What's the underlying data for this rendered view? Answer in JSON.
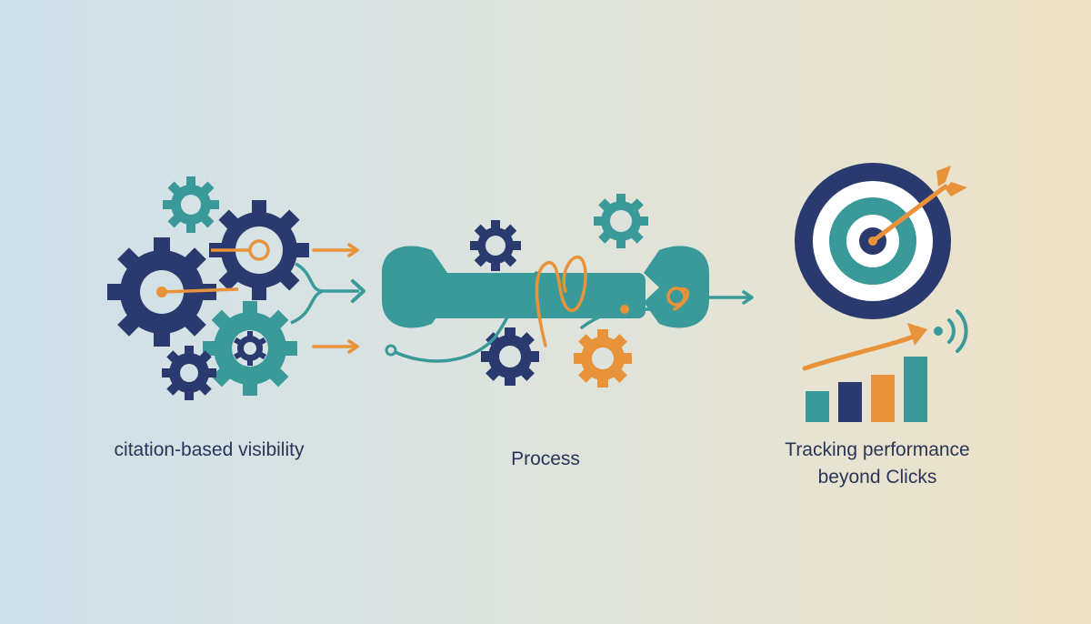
{
  "stages": {
    "left": {
      "caption": "citation-based visibility"
    },
    "middle": {
      "caption": "Process"
    },
    "right": {
      "caption_line1": "Tracking performance",
      "caption_line2": "beyond Clicks"
    }
  },
  "palette": {
    "navy": "#2a3a6e",
    "teal": "#3a9a9a",
    "orange": "#e8923a",
    "white": "#ffffff"
  },
  "icons": [
    "gear-icon",
    "wrench-icon",
    "target-icon",
    "arrow-icon",
    "bar-chart-icon",
    "signal-icon"
  ]
}
